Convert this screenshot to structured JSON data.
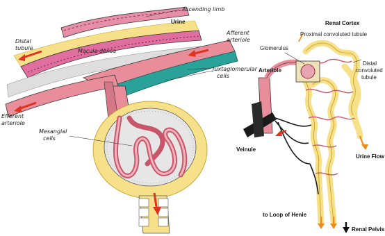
{
  "left_panel": {
    "labels": {
      "ascending_limb": "Ascending limb",
      "urine": "Urine",
      "distal_tubule_1": "Distal",
      "distal_tubule_2": "tubule",
      "macula_densa": "Macula densa",
      "afferent_arteriole_1": "Afferent",
      "afferent_arteriole_2": "arteriole",
      "juxtaglomerular_1": "Juxtaglomerular",
      "juxtaglomerular_2": "cells",
      "efferent_arteriole_1": "Efferent",
      "efferent_arteriole_2": "arteriole",
      "mesangial_1": "Mesangial",
      "mesangial_2": "cells"
    }
  },
  "right_panel": {
    "labels": {
      "renal_cortex": "Renal Cortex",
      "proximal_tubule": "Proximal  convoluted  tubule",
      "glomerulus": "Glomerulus",
      "distal_tubule_1": "Distal",
      "distal_tubule_2": "convoluted",
      "distal_tubule_3": "tubule",
      "arteriole": "Arteriole",
      "veinule": "Veinule",
      "urine_flow": "Urine Flow",
      "loop_of_henle": "to Loop of Henle",
      "renal_pelvis": "Renal Pelvis"
    }
  },
  "colors": {
    "tubule_yellow": "#f7e08a",
    "vessel_pink": "#e98d9a",
    "vessel_dark": "#c8566a",
    "cell_teal": "#2aa29a",
    "capsule_gray": "#d9d9d9",
    "arrow_red": "#e0321e",
    "arrow_orange": "#f08a1c",
    "vein_black": "#1a1a1a"
  }
}
